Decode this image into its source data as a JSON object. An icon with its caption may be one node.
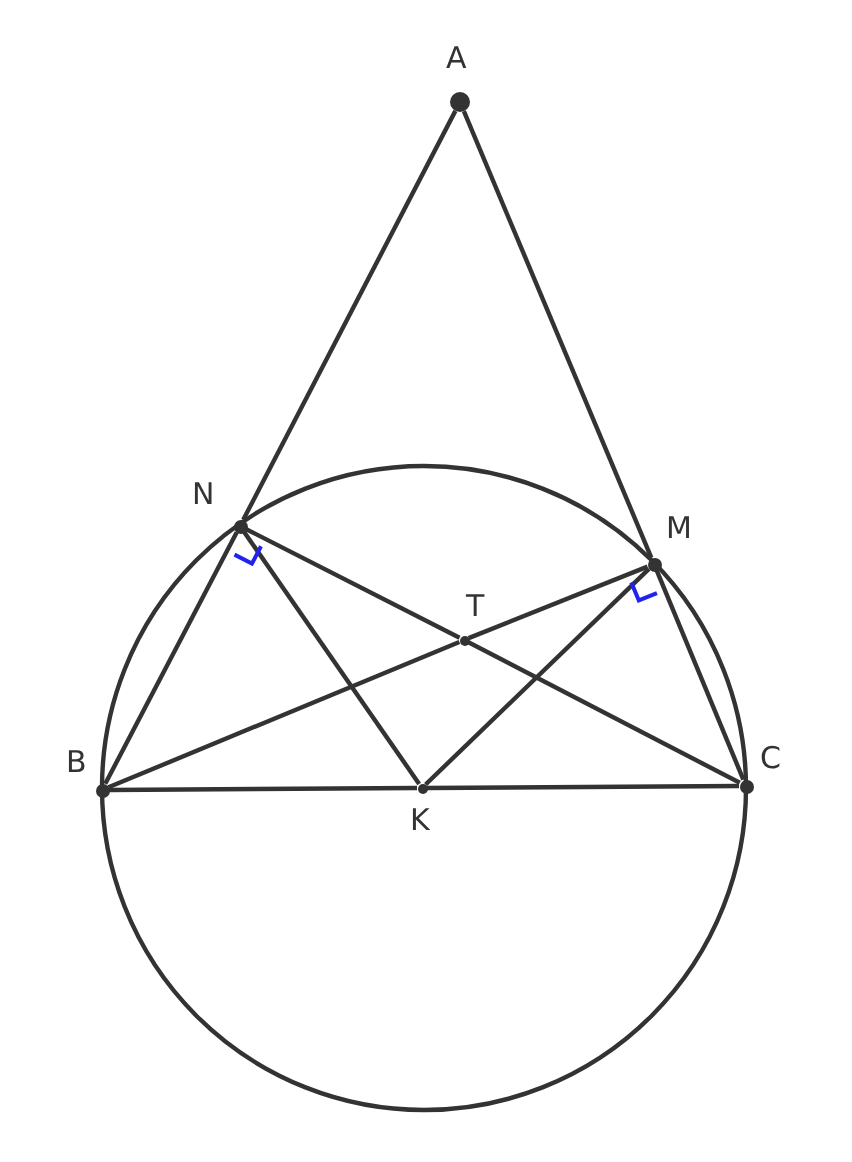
{
  "diagram": {
    "nodes": [
      {
        "text": [
          "A"
        ]
      },
      {
        "text": [
          "N"
        ]
      },
      {
        "text": [
          "M"
        ]
      },
      {
        "text": [
          "T"
        ]
      },
      {
        "text": [
          "B"
        ]
      },
      {
        "text": [
          "K"
        ]
      },
      {
        "text": [
          "C"
        ]
      }
    ],
    "edges": [
      {
        "from": 0,
        "to": 1,
        "arrow": "none"
      },
      {
        "from": 1,
        "to": 4,
        "arrow": "none"
      },
      {
        "from": 0,
        "to": 2,
        "arrow": "none"
      },
      {
        "from": 2,
        "to": 6,
        "arrow": "none"
      },
      {
        "from": 4,
        "to": 5,
        "arrow": "none"
      },
      {
        "from": 5,
        "to": 6,
        "arrow": "none"
      },
      {
        "from": 4,
        "to": 3,
        "arrow": "none"
      },
      {
        "from": 3,
        "to": 2,
        "arrow": "none"
      },
      {
        "from": 1,
        "to": 3,
        "arrow": "none"
      },
      {
        "from": 3,
        "to": 6,
        "arrow": "none"
      },
      {
        "from": 1,
        "to": 5,
        "arrow": "none"
      },
      {
        "from": 5,
        "to": 2,
        "arrow": "none"
      }
    ]
  }
}
